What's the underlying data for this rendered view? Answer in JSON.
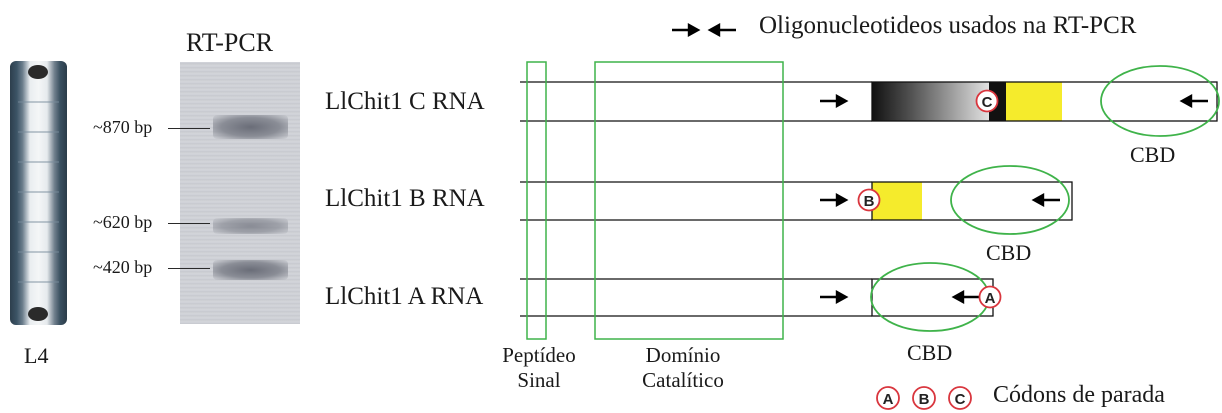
{
  "larva": {
    "label": "L4"
  },
  "gel": {
    "title": "RT-PCR",
    "markers": [
      "~870 bp",
      "~620 bp",
      "~420 bp"
    ]
  },
  "legend": {
    "primers": "Oligonucleotideos usados na RT-PCR",
    "stops": "Códons de parada",
    "stop_letters": [
      "A",
      "B",
      "C"
    ]
  },
  "rows": [
    {
      "label": "LlChit1 C RNA",
      "stop": "C",
      "cbd": "CBD"
    },
    {
      "label": "LlChit1 B RNA",
      "stop": "B",
      "cbd": "CBD"
    },
    {
      "label": "LlChit1 A RNA",
      "stop": "A",
      "cbd": "CBD"
    }
  ],
  "regions": {
    "signal_line1": "Peptídeo",
    "signal_line2": "Sinal",
    "catalytic_line1": "Domínio",
    "catalytic_line2": "Catalítico"
  },
  "colors": {
    "region_outline": "#3fb34a",
    "exon": "#f5eb2c",
    "stop_circle": "#d9363e",
    "cbd_oval": "#3fb34a"
  }
}
